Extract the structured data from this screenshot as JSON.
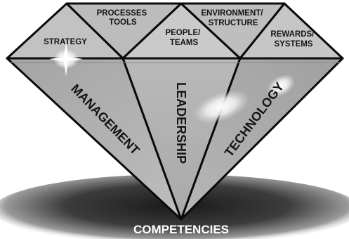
{
  "diagram": {
    "top_facets": {
      "strategy": "STRATEGY",
      "processes_tools": [
        "PROCESSES",
        "TOOLS"
      ],
      "people_teams": [
        "PEOPLE/",
        "TEAMS"
      ],
      "environment_structure": [
        "ENVIRONMENT/",
        "STRUCTURE"
      ],
      "rewards_systems": [
        "REWARDS/",
        "SYSTEMS"
      ]
    },
    "lower_facets": {
      "management": "MANAGEMENT",
      "leadership": "LEADERSHIP",
      "technology": "TECHNOLOGY"
    },
    "base_label": "COMPETENCIES"
  },
  "colors": {
    "facet_light": "#c8c8c8",
    "facet_mid": "#b4b4b4",
    "facet_dark": "#9a9a9a",
    "outline": "#0a0a0a",
    "shadow": "#2a2a2a"
  }
}
